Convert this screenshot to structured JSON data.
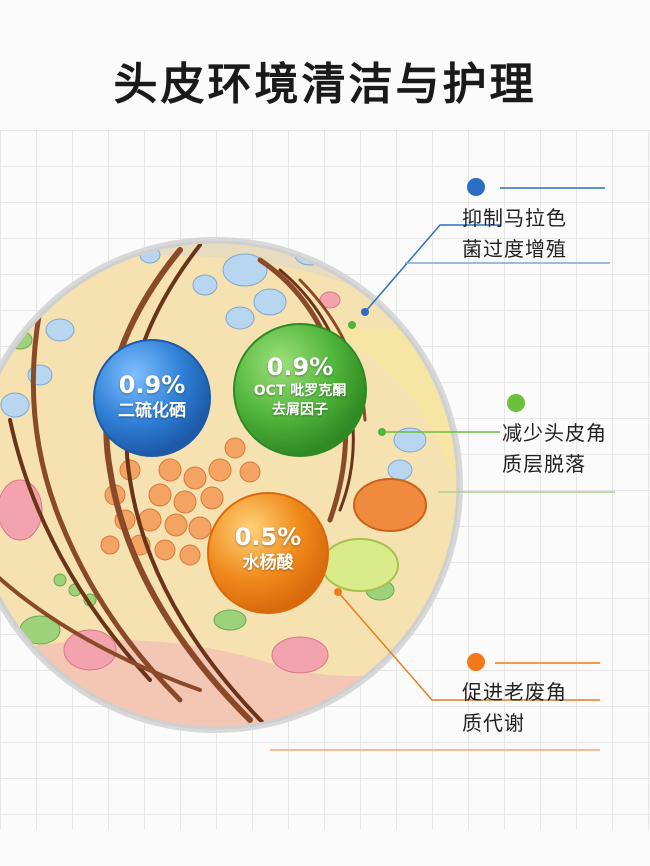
{
  "title": "头皮环境清洁与护理",
  "ingredients": [
    {
      "percent": "0.9%",
      "name": "二硫化硒",
      "color": "#2f7fd6"
    },
    {
      "percent": "0.9%",
      "name": "OCT 吡罗克酮",
      "name2": "去屑因子",
      "color": "#4fb43a"
    },
    {
      "percent": "0.5%",
      "name": "水杨酸",
      "color": "#f08a1c"
    }
  ],
  "callouts": [
    {
      "line1": "抑制马拉色",
      "line2": "菌过度增殖",
      "color": "#2a6fc4"
    },
    {
      "line1": "减少头皮角",
      "line2": "质层脱落",
      "color": "#6bbf3a"
    },
    {
      "line1": "促进老废角",
      "line2": "质代谢",
      "color": "#f07a1a"
    }
  ]
}
